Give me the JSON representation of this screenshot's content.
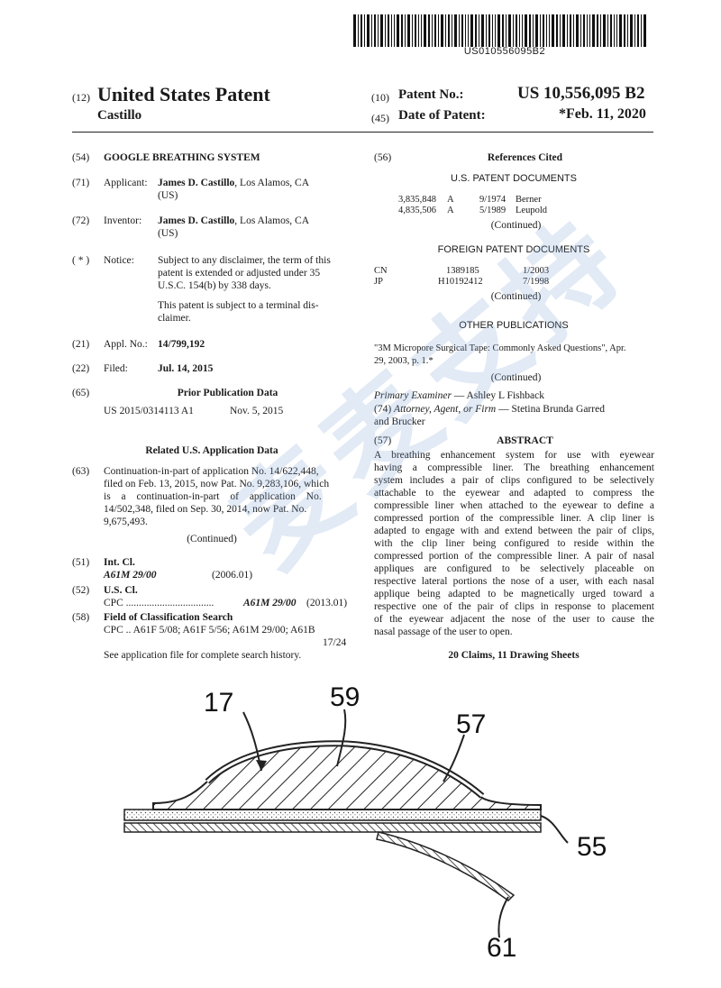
{
  "barcode": {
    "number": "US010556095B2"
  },
  "header": {
    "code12": "(12)",
    "title": "United States Patent",
    "inventor_short": "Castillo",
    "code10": "(10)",
    "patent_no_label": "Patent No.:",
    "patent_no": "US 10,556,095 B2",
    "code45": "(45)",
    "date_label": "Date of Patent:",
    "date_value": "*Feb. 11, 2020"
  },
  "left": {
    "f54": {
      "code": "(54)",
      "title": "GOOGLE BREATHING SYSTEM"
    },
    "f71": {
      "code": "(71)",
      "label": "Applicant:",
      "name": "James D. Castillo",
      "rest": ", Los Alamos, CA",
      "line2": "(US)"
    },
    "f72": {
      "code": "(72)",
      "label": "Inventor:",
      "name": "James D. Castillo",
      "rest": ", Los Alamos, CA",
      "line2": "(US)"
    },
    "notice": {
      "code": "( * )",
      "label": "Notice:",
      "l1": "Subject to any disclaimer, the term of this",
      "l2": "patent is extended or adjusted under 35",
      "l3": "U.S.C. 154(b) by 338 days.",
      "l4": "This patent is subject to a terminal dis-",
      "l5": "claimer."
    },
    "f21": {
      "code": "(21)",
      "label": "Appl. No.:",
      "value": "14/799,192"
    },
    "f22": {
      "code": "(22)",
      "label": "Filed:",
      "value": "Jul. 14, 2015"
    },
    "f65": {
      "code": "(65)",
      "heading": "Prior Publication Data",
      "pub": "US 2015/0314113 A1",
      "date": "Nov. 5, 2015"
    },
    "related": {
      "heading": "Related U.S. Application Data",
      "code": "(63)",
      "lines": [
        "Continuation-in-part of application No. 14/622,448,",
        "filed on Feb. 13, 2015, now Pat. No. 9,283,106, which",
        "is a continuation-in-part of application No.",
        "14/502,348, filed on Sep. 30, 2014, now Pat. No.",
        "9,675,493."
      ],
      "continued": "(Continued)"
    },
    "f51": {
      "code": "(51)",
      "label": "Int. Cl.",
      "cls": "A61M 29/00",
      "date": "(2006.01)"
    },
    "f52": {
      "code": "(52)",
      "label": "U.S. Cl.",
      "cpc": "CPC ..................................",
      "cls": "A61M 29/00",
      "date": "(2013.01)"
    },
    "f58": {
      "code": "(58)",
      "label": "Field of Classification Search",
      "l1": "CPC .. A61F 5/08; A61F 5/56; A61M 29/00; A61B",
      "l2": "17/24",
      "l3": "See application file for complete search history."
    }
  },
  "right": {
    "f56": {
      "code": "(56)",
      "heading": "References Cited"
    },
    "us_docs": {
      "heading": "U.S. PATENT DOCUMENTS",
      "rows": [
        {
          "no": "3,835,848",
          "kind": "A",
          "date": "9/1974",
          "name": "Berner"
        },
        {
          "no": "4,835,506",
          "kind": "A",
          "date": "5/1989",
          "name": "Leupold"
        }
      ],
      "continued": "(Continued)"
    },
    "foreign_docs": {
      "heading": "FOREIGN PATENT DOCUMENTS",
      "rows": [
        {
          "cc": "CN",
          "no": "1389185",
          "date": "1/2003"
        },
        {
          "cc": "JP",
          "no": "H10192412",
          "date": "7/1998"
        }
      ],
      "continued": "(Continued)"
    },
    "other_pubs": {
      "heading": "OTHER PUBLICATIONS",
      "l1": "\"3M Micropore Surgical Tape: Commonly Asked Questions\", Apr.",
      "l2": "29, 2003, p. 1.*",
      "continued": "(Continued)"
    },
    "examiner": {
      "label": "Primary Examiner",
      "name": " — Ashley L Fishback"
    },
    "attorney": {
      "code": "(74)",
      "label": "Attorney, Agent, or Firm",
      "name": " — Stetina Brunda Garred",
      "l2": "and Brucker"
    },
    "abstract": {
      "code": "(57)",
      "heading": "ABSTRACT",
      "lines": [
        "A breathing enhancement system for use with eyewear",
        "having a compressible liner. The breathing enhancement",
        "system includes a pair of clips configured to be selectively",
        "attachable to the eyewear and adapted to compress the",
        "compressible liner when attached to the eyewear to define a",
        "compressed portion of the compressible liner. A clip liner is",
        "adapted to engage with and extend between the pair of clips,",
        "with the clip liner being configured to reside within the",
        "compressed portion of the compressible liner. A pair of nasal",
        "appliques are configured to be selectively placeable on",
        "respective lateral portions the nose of a user, with each nasal",
        "applique being adapted to be magnetically urged toward a",
        "respective one of the pair of clips in response to placement",
        "of the eyewear adjacent the nose of the user to cause the",
        "nasal passage of the user to open."
      ],
      "claims": "20 Claims, 11 Drawing Sheets"
    }
  },
  "figure": {
    "labels": {
      "l17": "17",
      "l59": "59",
      "l57": "57",
      "l55": "55",
      "l61": "61"
    }
  },
  "watermark": {
    "text": "麦麦支持"
  }
}
